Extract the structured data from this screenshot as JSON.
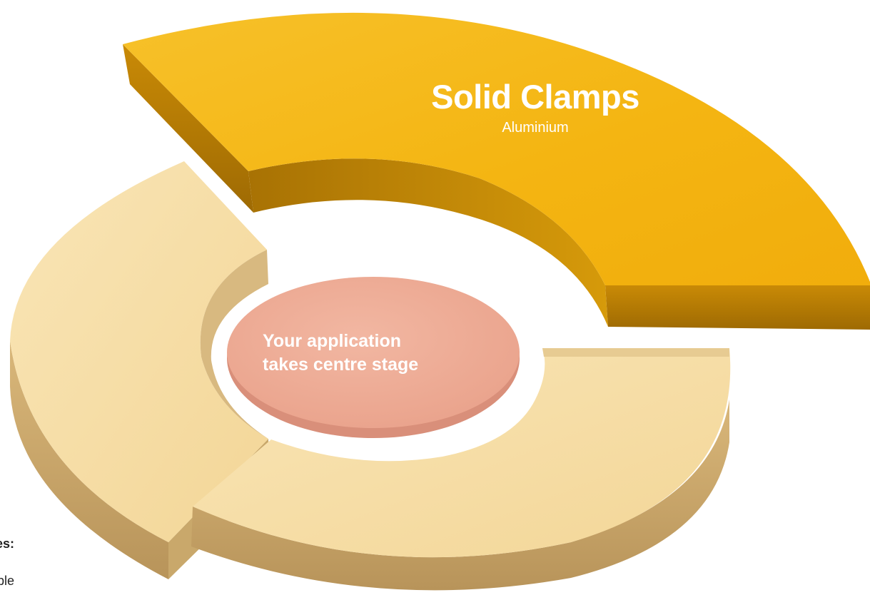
{
  "diagram": {
    "featured_segment": {
      "title": "Solid Clamps",
      "subtitle": "Aluminium",
      "color": "#f3b412"
    },
    "other_segment_color": "#f5dca5",
    "center": {
      "line1": "Your application",
      "line2": "takes centre stage",
      "color": "#eda994"
    },
    "side_note": {
      "heading": "es:",
      "line": "able"
    }
  }
}
